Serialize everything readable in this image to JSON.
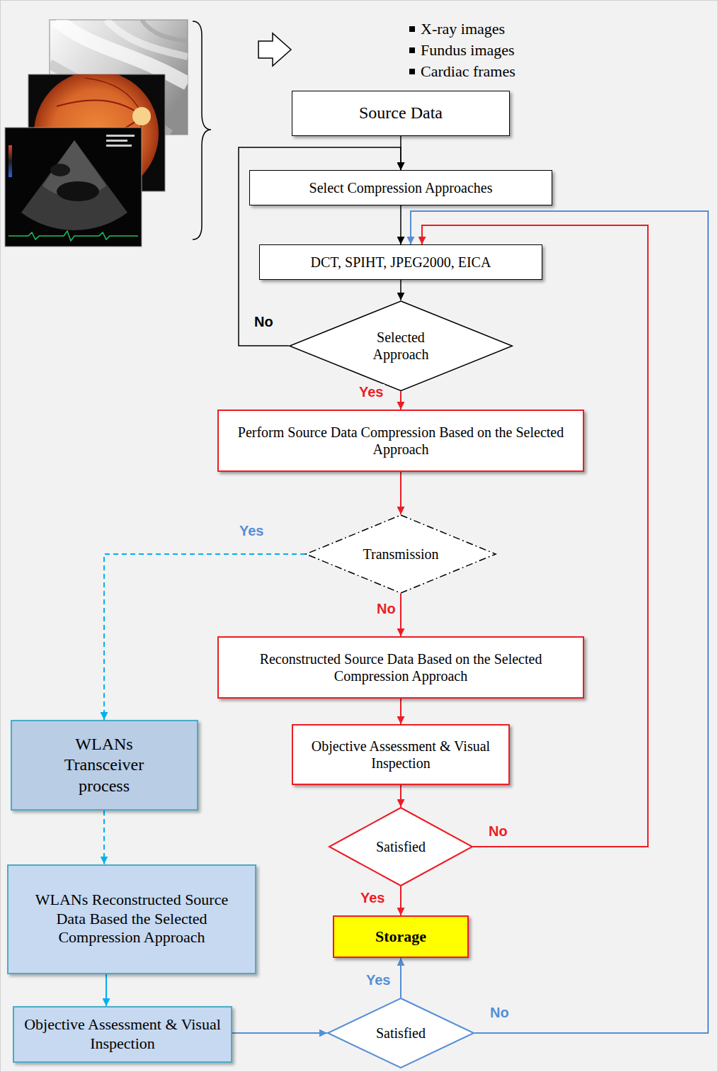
{
  "diagram": {
    "nodes": [
      {
        "text": [
          "Source Data"
        ]
      },
      {
        "text": [
          "Select Compression Approaches"
        ]
      },
      {
        "text": [
          "DCT, SPIHT, JPEG2000, EICA"
        ]
      },
      {
        "text": [
          "Selected Approach"
        ]
      },
      {
        "text": [
          "Perform Source Data Compression Based on the Selected Approach"
        ]
      },
      {
        "text": [
          "Transmission"
        ]
      },
      {
        "text": [
          "Reconstructed Source Data Based on the Selected Compression Approach"
        ]
      },
      {
        "text": [
          "Objective Assessment & Visual Inspection"
        ]
      },
      {
        "text": [
          "Satisfied"
        ]
      },
      {
        "text": [
          "Storage"
        ]
      },
      {
        "text": [
          "WLANs Transceiver process"
        ]
      },
      {
        "text": [
          "WLANs Reconstructed Source Data Based the Selected Compression Approach"
        ]
      },
      {
        "text": [
          "Objective Assessment & Visual Inspection"
        ]
      },
      {
        "text": [
          "Satisfied"
        ]
      }
    ],
    "edges": [
      {
        "from": 0,
        "to": 1,
        "arrow": "to"
      },
      {
        "from": 1,
        "to": 2,
        "arrow": "to"
      },
      {
        "from": 2,
        "to": 3,
        "arrow": "to"
      },
      {
        "from": 3,
        "to": 1,
        "label": "No",
        "arrow": "to"
      },
      {
        "from": 3,
        "to": 4,
        "label": "Yes",
        "arrow": "to"
      },
      {
        "from": 4,
        "to": 5,
        "arrow": "to"
      },
      {
        "from": 5,
        "to": 6,
        "label": "No",
        "arrow": "to"
      },
      {
        "from": 5,
        "to": 10,
        "label": "Yes",
        "arrow": "to"
      },
      {
        "from": 6,
        "to": 7,
        "arrow": "to"
      },
      {
        "from": 7,
        "to": 8,
        "arrow": "to"
      },
      {
        "from": 8,
        "to": 2,
        "label": "No",
        "arrow": "to"
      },
      {
        "from": 8,
        "to": 9,
        "label": "Yes",
        "arrow": "to"
      },
      {
        "from": 10,
        "to": 11,
        "arrow": "to"
      },
      {
        "from": 11,
        "to": 12,
        "arrow": "to"
      },
      {
        "from": 12,
        "to": 13,
        "arrow": "to"
      },
      {
        "from": 13,
        "to": 9,
        "label": "Yes",
        "arrow": "to"
      },
      {
        "from": 13,
        "to": 2,
        "label": "No",
        "arrow": "to"
      }
    ],
    "labels": [
      "X-ray images",
      "Fundus images",
      "Cardiac frames"
    ]
  }
}
